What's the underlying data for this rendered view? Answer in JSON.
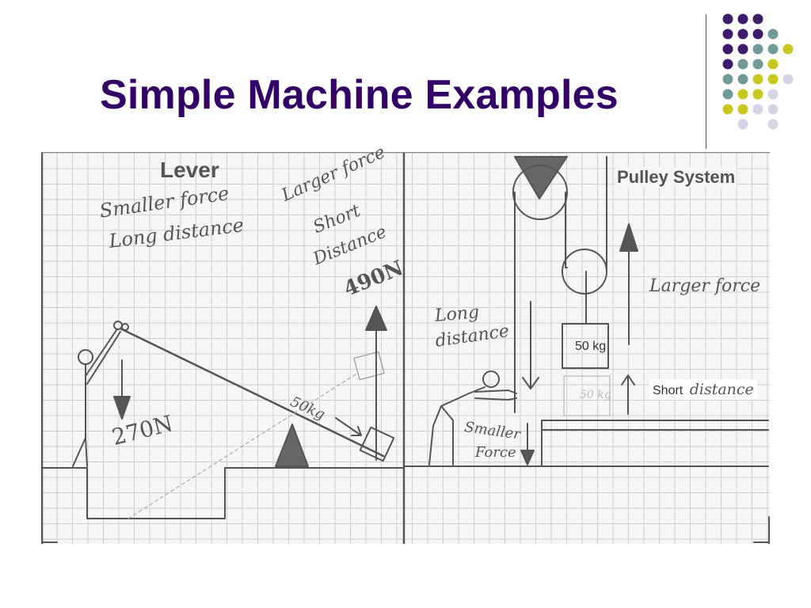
{
  "slide": {
    "title": "Simple Machine Examples"
  },
  "lever": {
    "heading": "Lever",
    "small_force_line1": "Smaller force",
    "small_force_line2": "Long distance",
    "large_force_line1": "Larger force",
    "large_force_line2": "Short",
    "large_force_line3": "Distance",
    "force_up": "490N",
    "force_down": "270N",
    "mass": "50kg"
  },
  "pulley": {
    "heading": "Pulley System",
    "larger_force": "Larger force",
    "long_distance_line1": "Long",
    "long_distance_line2": "distance",
    "mass": "50 kg",
    "mass_faint": "50 kg",
    "short_distance_print": "Short",
    "short_distance_hand": "distance",
    "smaller_force_line1": "Smaller",
    "smaller_force_line2": "Force"
  },
  "colors": {
    "title": "#330066",
    "dot_purple": "#3d1a6b",
    "dot_teal": "#6f9a9a",
    "dot_yellow": "#c8c81e",
    "dot_lilac": "#d4d4e6"
  }
}
